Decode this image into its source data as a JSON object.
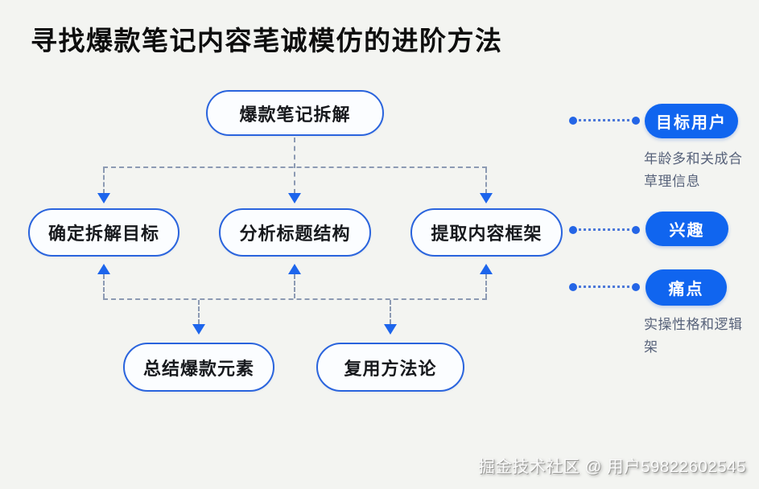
{
  "title": "寻找爆款笔记内容芼诚模仿的进阶方法",
  "flowchart": {
    "root": {
      "label": "爆款笔记拆解"
    },
    "steps": [
      {
        "label": "确定拆解目标"
      },
      {
        "label": "分析标题结构"
      },
      {
        "label": "提取内容框架"
      }
    ],
    "outputs": [
      {
        "label": "总结爆款元素"
      },
      {
        "label": "复用方法论"
      }
    ]
  },
  "annotations": [
    {
      "label": "目标用户",
      "note_line1": "年龄多和关成合",
      "note_line2": "草理信息"
    },
    {
      "label": "兴趣"
    },
    {
      "label": "痛点",
      "note_line1": "实操性格和逻辑",
      "note_line2": "架"
    }
  ],
  "watermark": "掘金技术社区 @ 用户59822602545",
  "colors": {
    "background": "#f3f4f1",
    "node_border": "#2a64dd",
    "node_fill": "#fbfdff",
    "pill_fill": "#1065ef",
    "arrow": "#1d65ec",
    "dashed_line": "#8c9ab3",
    "note_text": "#57627a",
    "title_text": "#0e0e0e"
  }
}
